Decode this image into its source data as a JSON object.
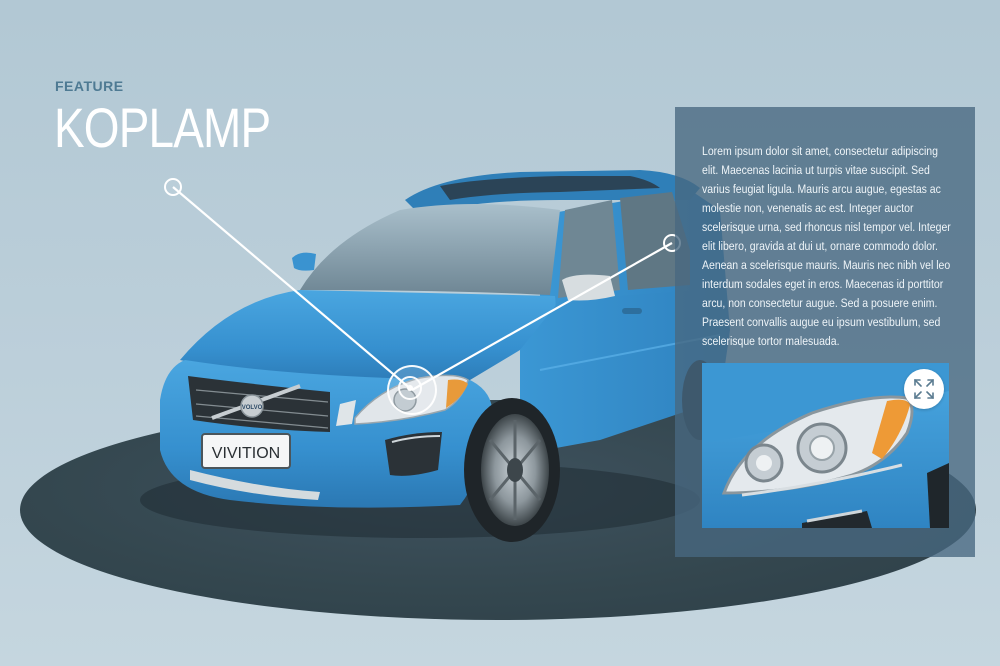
{
  "feature": {
    "eyebrow": "FEATURE",
    "title": "KOPLAMP",
    "description": "Lorem ipsum dolor sit amet, consectetur adipiscing elit. Maecenas lacinia ut turpis vitae suscipit. Sed varius feugiat ligula. Mauris arcu augue, egestas ac molestie non, venenatis ac est. Integer auctor scelerisque urna, sed rhoncus nisl tempor vel. Integer elit libero, gravida at dui ut, ornare commodo dolor. Aenean a scelerisque mauris. Mauris nec nibh vel leo interdum sodales eget in eros. Maecenas id porttitor arcu, non consectetur augue. Sed a posuere enim. Praesent convallis augue eu ipsum vestibulum, sed scelerisque tortor malesuada."
  },
  "car": {
    "plate_text": "VIVITION",
    "grille_badge": "VOLVO",
    "body_color": "#3a93d0"
  },
  "icons": {
    "expand": "expand-arrows-icon",
    "hotspot": "target-hotspot-icon"
  },
  "colors": {
    "eyebrow": "#4e7a93",
    "panel": "#486880",
    "background": "#b8ccd7"
  }
}
